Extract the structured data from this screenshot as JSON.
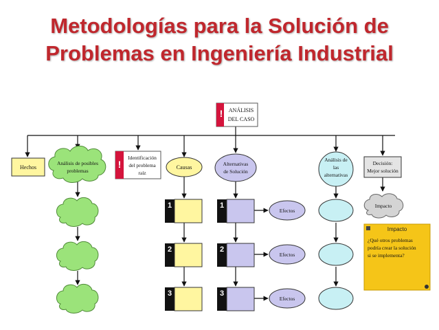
{
  "title": {
    "line1": "Metodologías para la Solución de",
    "line2": "Problemas en Ingeniería Industrial"
  },
  "colors": {
    "title": "#c0272d",
    "yellow": "#fff6a0",
    "green": "#9be37a",
    "lavender": "#c9c6ee",
    "cyan": "#c8f0f4",
    "gray": "#d4d4d4",
    "sticky": "#f5c518",
    "alert_red": "#d4143c"
  },
  "nodes": {
    "root": [
      "ANÁLISIS",
      "DEL CASO"
    ],
    "hechos": [
      "Hechos"
    ],
    "analisis_problemas": [
      "Análisis de posibles",
      "problemas"
    ],
    "identificacion": [
      "Identificación",
      "del problema",
      "raíz"
    ],
    "causas": [
      "Causas"
    ],
    "alternativas": [
      "Alternativas",
      "de Solución"
    ],
    "analisis_alternativas": [
      "Análisis de",
      "las",
      "alternativas"
    ],
    "decision": [
      "Decisión:",
      "Mejor solución"
    ],
    "impacto": [
      "Impacto"
    ]
  },
  "steps": [
    "1",
    "2",
    "3"
  ],
  "effects": [
    "Efectos",
    "Efectos",
    "Efectos"
  ],
  "sticky_note": {
    "title": "Impacto",
    "lines": [
      "¿Qué otros problemas",
      "podría crear la solución",
      "si se implementa?"
    ]
  }
}
